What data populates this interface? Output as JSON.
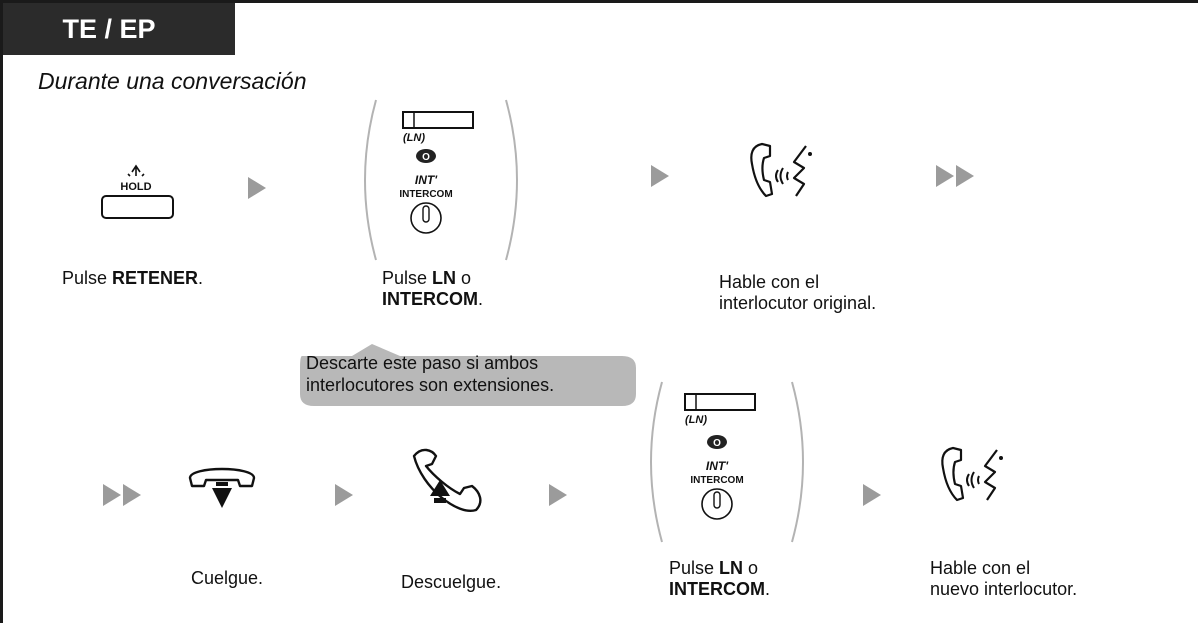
{
  "header": {
    "title": "TE / EP"
  },
  "subtitle": "Durante una conversación",
  "row1": {
    "hold_icon_label": "HOLD",
    "step1": {
      "prefix": "Pulse ",
      "bold": "RETENER",
      "suffix": "."
    },
    "step2": {
      "prefix": "Pulse ",
      "bold1": "LN",
      "middle": " o",
      "bold2": "INTERCOM",
      "suffix": "."
    },
    "step3": {
      "line1": "Hable con el",
      "line2": "interlocutor original."
    },
    "keys": {
      "ln_label": "(LN)",
      "o_label": "O",
      "int_label": "INT'",
      "intercom_label": "INTERCOM"
    }
  },
  "callout": {
    "line1": "Descarte este paso si ambos",
    "line2": "interlocutores son extensiones."
  },
  "row2": {
    "step1": {
      "label": "Cuelgue."
    },
    "step2": {
      "label": "Descuelgue."
    },
    "step3": {
      "prefix": "Pulse ",
      "bold1": "LN",
      "middle": " o",
      "bold2": "INTERCOM",
      "suffix": "."
    },
    "step4": {
      "line1": "Hable con el",
      "line2": "nuevo interlocutor."
    },
    "keys": {
      "ln_label": "(LN)",
      "o_label": "O",
      "int_label": "INT'",
      "intercom_label": "INTERCOM"
    }
  }
}
